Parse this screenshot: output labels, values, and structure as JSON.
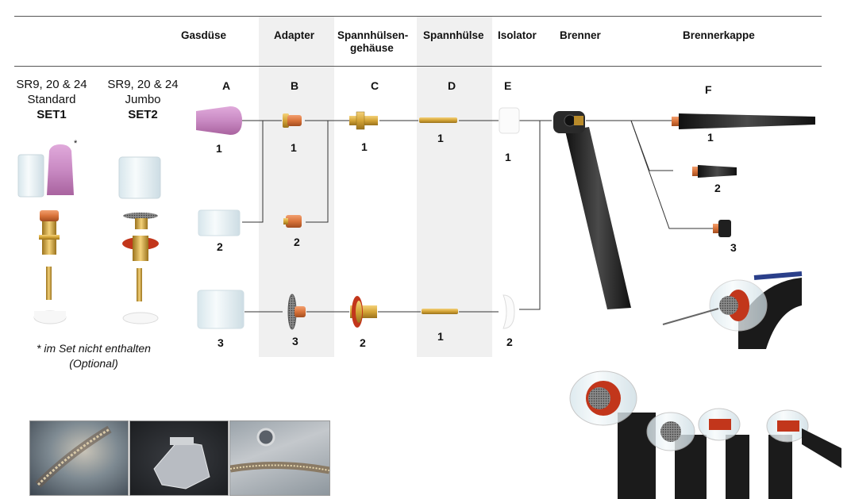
{
  "headers": {
    "gasduese": "Gasdüse",
    "adapter": "Adapter",
    "spannhuelsengehaeuse_1": "Spannhülsen-",
    "spannhuelsengehaeuse_2": "gehäuse",
    "spannhuelse": "Spannhülse",
    "isolator": "Isolator",
    "brenner": "Brenner",
    "brennerkappe": "Brennerkappe"
  },
  "letters": {
    "a": "A",
    "b": "B",
    "c": "C",
    "d": "D",
    "e": "E",
    "f": "F"
  },
  "sets": {
    "set1": {
      "line1": "SR9, 20 & 24",
      "line2": "Standard",
      "name": "SET1"
    },
    "set2": {
      "line1": "SR9, 20 & 24",
      "line2": "Jumbo",
      "name": "SET2"
    },
    "asterisk": "*"
  },
  "note": {
    "line1": "* im Set nicht enthalten",
    "line2": "(Optional)"
  },
  "numbers": {
    "a1": "1",
    "a2": "2",
    "a3": "3",
    "b1": "1",
    "b2": "2",
    "b3": "3",
    "c1": "1",
    "c2": "2",
    "d1": "1",
    "d2": "1",
    "e1": "1",
    "e2": "2",
    "f1": "1",
    "f2": "2",
    "f3": "3"
  },
  "colors": {
    "ceramic_pink": "#c98ac3",
    "copper": "#d9733a",
    "brass": "#d4a436",
    "glass": "#e8f2f6",
    "torch_black": "#2a2a2a",
    "column_shade": "#f0f0f0"
  }
}
